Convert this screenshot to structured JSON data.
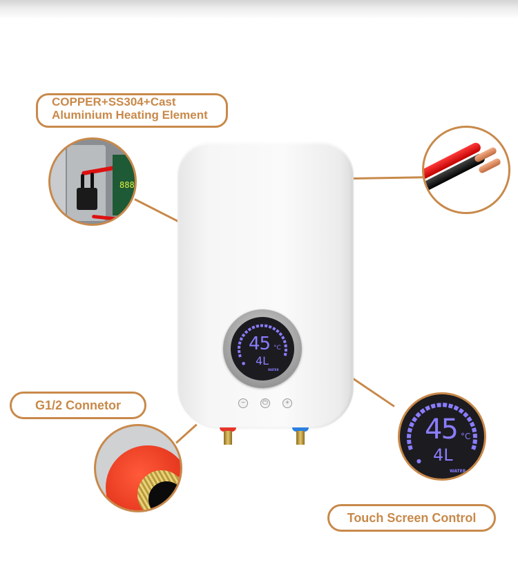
{
  "labels": {
    "copper_line1": "COPPER+SS304+Cast",
    "copper_line2": "Aluminium Heating Element",
    "connector": "G1/2 Connetor",
    "touch": "Touch Screen Control"
  },
  "display": {
    "temperature": "45",
    "unit": "°C",
    "flow": "4L",
    "caption": "WATER"
  },
  "controls": {
    "minus": "−",
    "power": "⏻",
    "plus": "+"
  },
  "closeups": {
    "pcb_segments": "888"
  },
  "colors": {
    "accent": "#c8894a",
    "lcd": "#8a7dff",
    "hot": "#e8352a",
    "cold": "#2a7fe0"
  }
}
